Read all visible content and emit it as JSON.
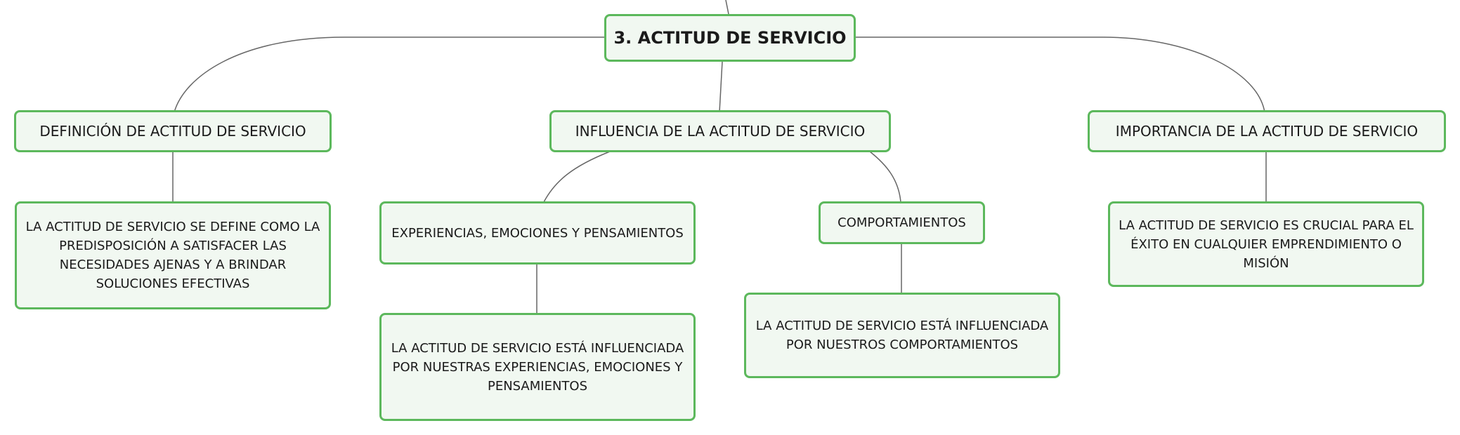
{
  "root": {
    "title": "3. ACTITUD DE SERVICIO"
  },
  "topics": {
    "definition": {
      "title": "DEFINICIÓN DE ACTITUD DE SERVICIO",
      "detail": "LA ACTITUD DE SERVICIO SE DEFINE COMO LA PREDISPOSICIÓN A SATISFACER LAS NECESIDADES AJENAS Y A BRINDAR SOLUCIONES EFECTIVAS"
    },
    "influence": {
      "title": "INFLUENCIA DE LA ACTITUD DE SERVICIO",
      "experiences": {
        "title": "EXPERIENCIAS, EMOCIONES Y PENSAMIENTOS",
        "detail": "LA ACTITUD DE SERVICIO ESTÁ INFLUENCIADA POR NUESTRAS EXPERIENCIAS, EMOCIONES Y PENSAMIENTOS"
      },
      "behaviors": {
        "title": "COMPORTAMIENTOS",
        "detail": "LA ACTITUD DE SERVICIO ESTÁ INFLUENCIADA POR NUESTROS COMPORTAMIENTOS"
      }
    },
    "importance": {
      "title": "IMPORTANCIA DE LA ACTITUD DE SERVICIO",
      "detail": "LA ACTITUD DE SERVICIO ES CRUCIAL PARA EL ÉXITO EN CUALQUIER EMPRENDIMIENTO O MISIÓN"
    }
  },
  "colors": {
    "node_border": "#5cb85c",
    "node_fill": "#f1f8f1",
    "connector": "#666666"
  }
}
